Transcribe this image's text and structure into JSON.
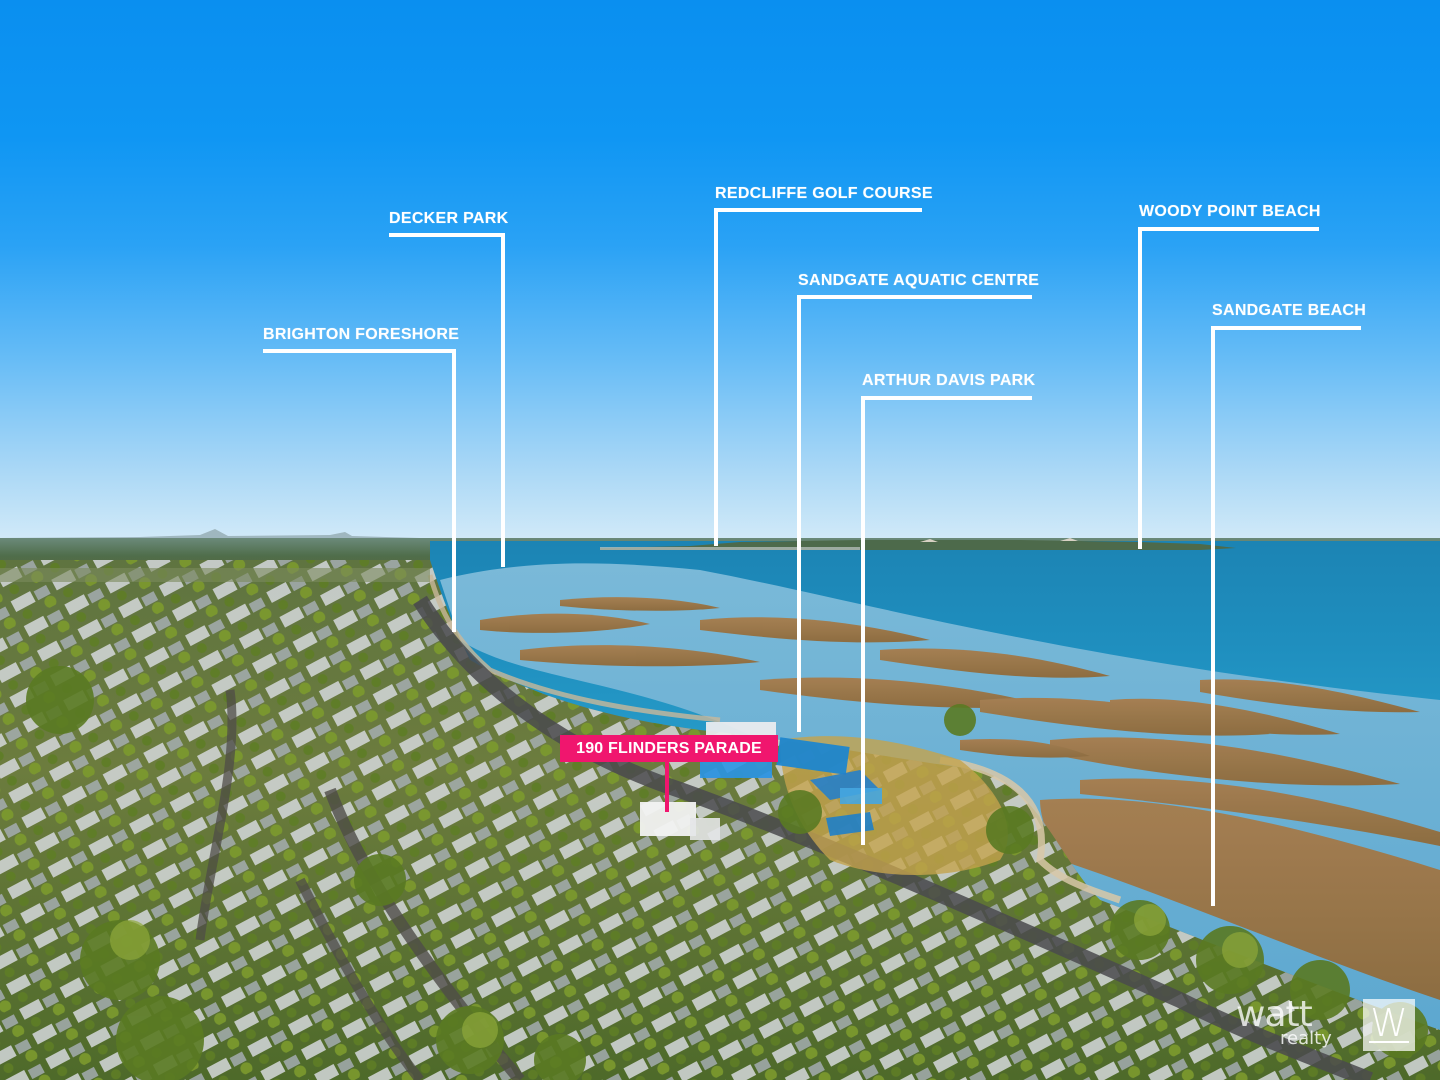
{
  "image": {
    "description": "Aerial drone photo of a bayside suburb at golden hour with labelled nearby landmarks",
    "colors": {
      "sky_top": "#0a8ff0",
      "sky_horizon": "#d4ebf8",
      "sea": "#1f8fbf",
      "sand_flats": "#b0834a",
      "foliage": "#5b7a2c",
      "callout_lines": "#ffffff",
      "subject_tag": "#f0166e"
    }
  },
  "callouts": [
    {
      "label": "BRIGHTON FORESHORE"
    },
    {
      "label": "DECKER PARK"
    },
    {
      "label": "REDCLIFFE GOLF COURSE"
    },
    {
      "label": "SANDGATE AQUATIC CENTRE"
    },
    {
      "label": "ARTHUR DAVIS PARK"
    },
    {
      "label": "WOODY POINT BEACH"
    },
    {
      "label": "SANDGATE BEACH"
    }
  ],
  "subject": {
    "label": "190 FLINDERS PARADE"
  },
  "branding": {
    "wordmark": "watt",
    "subtitle": "realty",
    "monogram": "W"
  }
}
